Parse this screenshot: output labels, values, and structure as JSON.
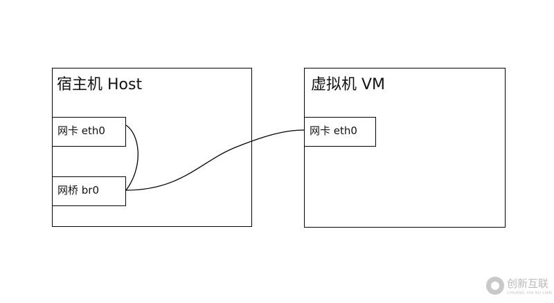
{
  "host": {
    "title": "宿主机 Host",
    "nic_label": "网卡 eth0",
    "bridge_label": "网桥 br0"
  },
  "vm": {
    "title": "虚拟机 VM",
    "nic_label": "网卡 eth0"
  },
  "watermark": {
    "text": "创新互联",
    "subtext": "CHUANG XIN HU LIAN",
    "logo_icon": "swirl-logo-icon"
  },
  "colors": {
    "line": "#000000",
    "watermark": "#b9b9b9"
  }
}
